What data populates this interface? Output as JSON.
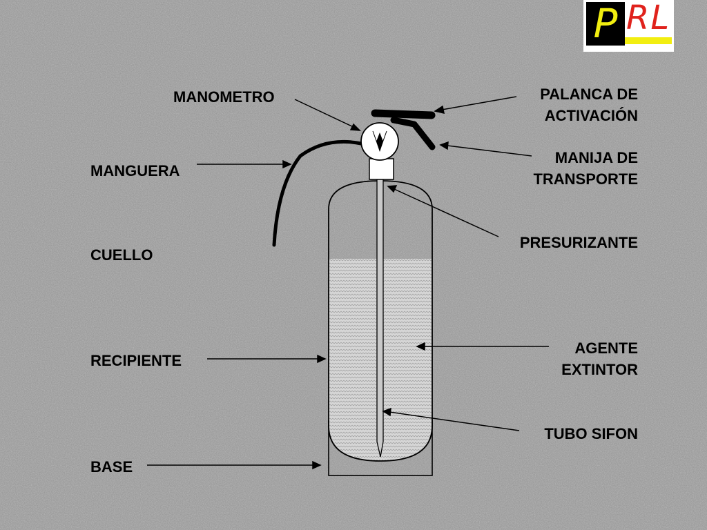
{
  "logo": {
    "letter_p": "P",
    "letters_rl": "RL"
  },
  "labels": {
    "manometro": "MANOMETRO",
    "manguera": "MANGUERA",
    "cuello": "CUELLO",
    "recipiente": "RECIPIENTE",
    "base": "BASE",
    "palanca": [
      "PALANCA DE",
      "ACTIVACIÓN"
    ],
    "manija": [
      "MANIJA DE",
      "TRANSPORTE"
    ],
    "presurizante": "PRESURIZANTE",
    "agente": [
      "AGENTE",
      "EXTINTOR"
    ],
    "tubo_sifon": "TUBO SIFON"
  },
  "colors": {
    "background": "#9a9a9a",
    "agent_fill": "#d4d4d4",
    "logo_yellow": "#f2ee10",
    "logo_red": "#e0221c"
  }
}
